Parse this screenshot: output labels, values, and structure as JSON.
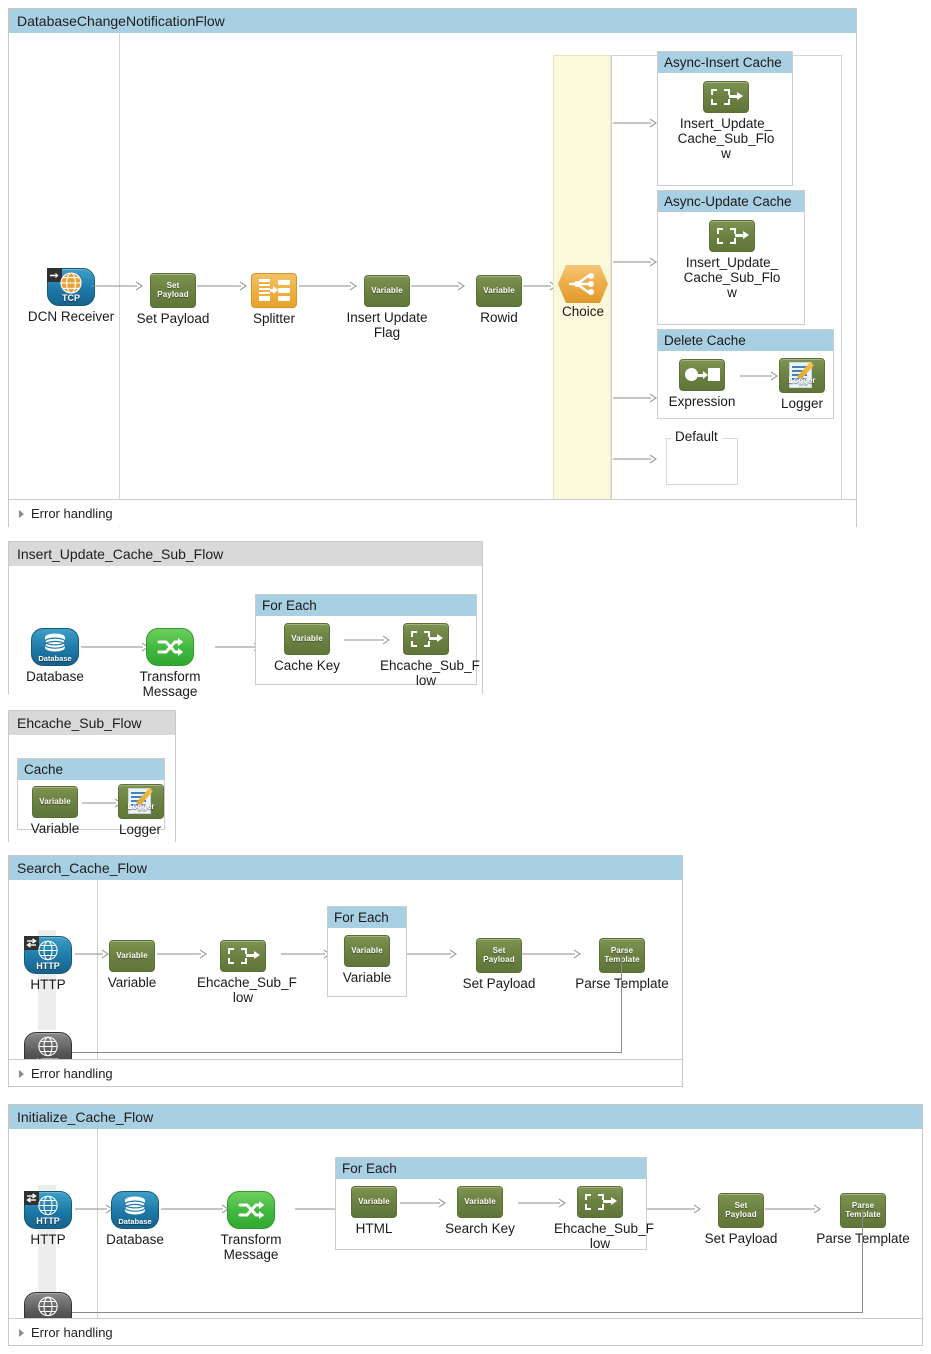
{
  "flows": [
    {
      "id": "dcn",
      "title": "DatabaseChangeNotificationFlow",
      "header_style": "blue",
      "error_handling": "Error handling",
      "nodes": [
        {
          "name": "dcn-receiver",
          "icon": "tcp-inbound-endpoint-icon",
          "icon_label": "TCP",
          "caption": "DCN Receiver"
        },
        {
          "name": "set-payload",
          "icon": "set-payload-icon",
          "icon_label": "Set\nPayload",
          "caption": "Set Payload"
        },
        {
          "name": "splitter",
          "icon": "splitter-icon",
          "icon_label": "",
          "caption": "Splitter"
        },
        {
          "name": "insert-update-flag",
          "icon": "variable-icon",
          "icon_label": "Variable",
          "caption": "Insert Update\nFlag"
        },
        {
          "name": "rowid",
          "icon": "variable-icon",
          "icon_label": "Variable",
          "caption": "Rowid"
        },
        {
          "name": "choice",
          "icon": "choice-router-icon",
          "icon_label": "",
          "caption": "Choice"
        }
      ],
      "branches": [
        {
          "name": "async-insert-cache",
          "title": "Async-Insert Cache",
          "nodes": [
            {
              "name": "insert-update-cache-sub-flow-ref",
              "icon": "flow-ref-icon",
              "caption": "Insert_Update_\nCache_Sub_Flo\nw"
            }
          ]
        },
        {
          "name": "async-update-cache",
          "title": "Async-Update Cache",
          "nodes": [
            {
              "name": "insert-update-cache-sub-flow-ref",
              "icon": "flow-ref-icon",
              "caption": "Insert_Update_\nCache_Sub_Flo\nw"
            }
          ]
        },
        {
          "name": "delete-cache",
          "title": "Delete Cache",
          "nodes": [
            {
              "name": "expression",
              "icon": "expression-icon",
              "caption": "Expression"
            },
            {
              "name": "logger",
              "icon": "logger-icon",
              "icon_label": "Logger",
              "caption": "Logger"
            }
          ]
        },
        {
          "name": "default-branch",
          "title": "Default",
          "nodes": []
        }
      ]
    },
    {
      "id": "insert_update_cache_sub_flow",
      "title": "Insert_Update_Cache_Sub_Flow",
      "header_style": "gray",
      "nodes": [
        {
          "name": "database",
          "icon": "database-icon",
          "icon_label": "Database",
          "caption": "Database"
        },
        {
          "name": "transform-message",
          "icon": "transform-message-icon",
          "caption": "Transform\nMessage"
        }
      ],
      "scopes": [
        {
          "name": "for-each-scope",
          "title": "For Each",
          "nodes": [
            {
              "name": "cache-key",
              "icon": "variable-icon",
              "icon_label": "Variable",
              "caption": "Cache Key"
            },
            {
              "name": "ehcache-sub-flow-ref",
              "icon": "flow-ref-icon",
              "caption": "Ehcache_Sub_F\nlow"
            }
          ]
        }
      ]
    },
    {
      "id": "ehcache_sub_flow",
      "title": "Ehcache_Sub_Flow",
      "header_style": "gray",
      "scopes": [
        {
          "name": "cache-scope",
          "title": "Cache",
          "nodes": [
            {
              "name": "variable",
              "icon": "variable-icon",
              "icon_label": "Variable",
              "caption": "Variable"
            },
            {
              "name": "logger",
              "icon": "logger-icon",
              "icon_label": "Logger",
              "caption": "Logger"
            }
          ]
        }
      ]
    },
    {
      "id": "search_cache_flow",
      "title": "Search_Cache_Flow",
      "header_style": "blue",
      "error_handling": "Error handling",
      "nodes": [
        {
          "name": "http-listener",
          "icon": "http-inbound-endpoint-icon",
          "icon_label": "HTTP",
          "caption": "HTTP"
        },
        {
          "name": "variable",
          "icon": "variable-icon",
          "icon_label": "Variable",
          "caption": "Variable"
        },
        {
          "name": "ehcache-sub-flow-ref",
          "icon": "flow-ref-icon",
          "caption": "Ehcache_Sub_F\nlow"
        },
        {
          "name": "set-payload",
          "icon": "set-payload-icon",
          "icon_label": "Set\nPayload",
          "caption": "Set Payload"
        },
        {
          "name": "parse-template",
          "icon": "parse-template-icon",
          "icon_label": "Parse\nTemplate",
          "caption": "Parse Template"
        },
        {
          "name": "http-response",
          "icon": "http-response-endpoint-icon",
          "icon_label": "HTTP",
          "caption": ""
        }
      ],
      "scopes": [
        {
          "name": "for-each-scope",
          "title": "For Each",
          "nodes": [
            {
              "name": "variable",
              "icon": "variable-icon",
              "icon_label": "Variable",
              "caption": "Variable"
            }
          ]
        }
      ]
    },
    {
      "id": "initialize_cache_flow",
      "title": "Initialize_Cache_Flow",
      "header_style": "blue",
      "error_handling": "Error handling",
      "nodes": [
        {
          "name": "http-listener",
          "icon": "http-inbound-endpoint-icon",
          "icon_label": "HTTP",
          "caption": "HTTP"
        },
        {
          "name": "database",
          "icon": "database-icon",
          "icon_label": "Database",
          "caption": "Database"
        },
        {
          "name": "transform-message",
          "icon": "transform-message-icon",
          "caption": "Transform\nMessage"
        },
        {
          "name": "set-payload",
          "icon": "set-payload-icon",
          "icon_label": "Set\nPayload",
          "caption": "Set Payload"
        },
        {
          "name": "parse-template",
          "icon": "parse-template-icon",
          "icon_label": "Parse\nTemplate",
          "caption": "Parse Template"
        },
        {
          "name": "http-response",
          "icon": "http-response-endpoint-icon",
          "icon_label": "HTTP",
          "caption": ""
        }
      ],
      "scopes": [
        {
          "name": "for-each-scope",
          "title": "For Each",
          "nodes": [
            {
              "name": "html",
              "icon": "variable-icon",
              "icon_label": "Variable",
              "caption": "HTML"
            },
            {
              "name": "search-key",
              "icon": "variable-icon",
              "icon_label": "Variable",
              "caption": "Search Key"
            },
            {
              "name": "ehcache-sub-flow-ref",
              "icon": "flow-ref-icon",
              "caption": "Ehcache_Sub_F\nlow"
            }
          ]
        }
      ]
    }
  ],
  "colors": {
    "flow_header_blue": "#a9cfe2",
    "flow_header_gray": "#d9d9d9",
    "choice_lane": "#fbf8dc",
    "processor_green": "#6c8243",
    "splitter_orange": "#eeb043",
    "endpoint_blue": "#1d79a8",
    "endpoint_dark": "#575757",
    "transform_green": "#3fb83d"
  }
}
